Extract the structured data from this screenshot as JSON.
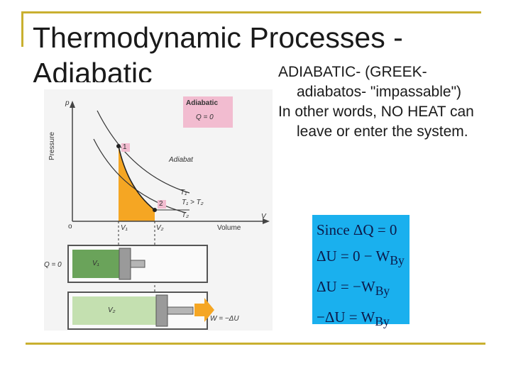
{
  "slide": {
    "title_line1": "Thermodynamic Processes -",
    "title_line2": "Adiabatic",
    "bullets": [
      "ADIABATIC- (GREEK- adiabatos- \"impassable\")",
      "In other words, NO HEAT can leave or enter the system."
    ]
  },
  "figure": {
    "legend_title": "Adiabatic",
    "legend_eq": "Q = 0",
    "axis_p": "p",
    "axis_pressure": "Pressure",
    "axis_v": "V",
    "axis_volume": "Volume",
    "origin": "o",
    "point1": "1",
    "point2": "2",
    "curve_adiabat": "Adiabat",
    "t1": "T₁",
    "t2": "T₂",
    "t_relation": "T₁ > T₂",
    "v1": "V₁",
    "v2": "V₂",
    "cyl1_label": "V₁",
    "cyl2_label": "V₂",
    "q_zero": "Q = 0",
    "work": "W = −ΔU",
    "colors": {
      "shade": "#f5a623",
      "legend_bg": "#f2bcd0",
      "gas1": "#6aa35a",
      "gas2": "#c4e0b0"
    }
  },
  "equations": {
    "eq1": "Since ΔQ = 0",
    "eq2": "ΔU = 0 − W",
    "eq2_sub": "By",
    "eq3": "ΔU = −W",
    "eq3_sub": "By",
    "eq4": "−ΔU = W",
    "eq4_sub": "By",
    "color_bg": "#1ab0ee"
  }
}
